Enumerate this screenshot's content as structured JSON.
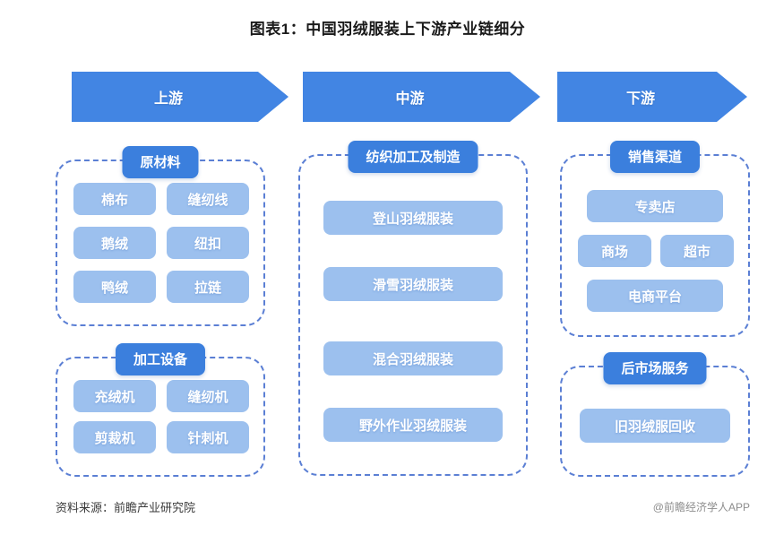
{
  "title": "图表1：中国羽绒服装上下游产业链细分",
  "colors": {
    "arrow_blue": "#4285e3",
    "header_pill_blue": "#3b7fdd",
    "chip_blue": "#9cc0ee",
    "dashed_border": "#5b7fd4",
    "background": "#ffffff"
  },
  "stages": [
    {
      "key": "upstream",
      "label": "上游"
    },
    {
      "key": "midstream",
      "label": "中游"
    },
    {
      "key": "downstream",
      "label": "下游"
    }
  ],
  "groups": {
    "raw_materials": {
      "title": "原材料",
      "items": [
        "棉布",
        "缝纫线",
        "鹅绒",
        "纽扣",
        "鸭绒",
        "拉链"
      ]
    },
    "processing_equipment": {
      "title": "加工设备",
      "items": [
        "充绒机",
        "缝纫机",
        "剪裁机",
        "针刺机"
      ]
    },
    "textile_manufacturing": {
      "title": "纺织加工及制造",
      "items": [
        "登山羽绒服装",
        "滑雪羽绒服装",
        "混合羽绒服装",
        "野外作业羽绒服装"
      ]
    },
    "sales_channels": {
      "title": "销售渠道",
      "items": [
        "专卖店",
        "商场",
        "超市",
        "电商平台"
      ]
    },
    "after_market": {
      "title": "后市场服务",
      "items": [
        "旧羽绒服回收"
      ]
    }
  },
  "footer": {
    "source": "资料来源：前瞻产业研究院",
    "watermark": "@前瞻经济学人APP"
  }
}
